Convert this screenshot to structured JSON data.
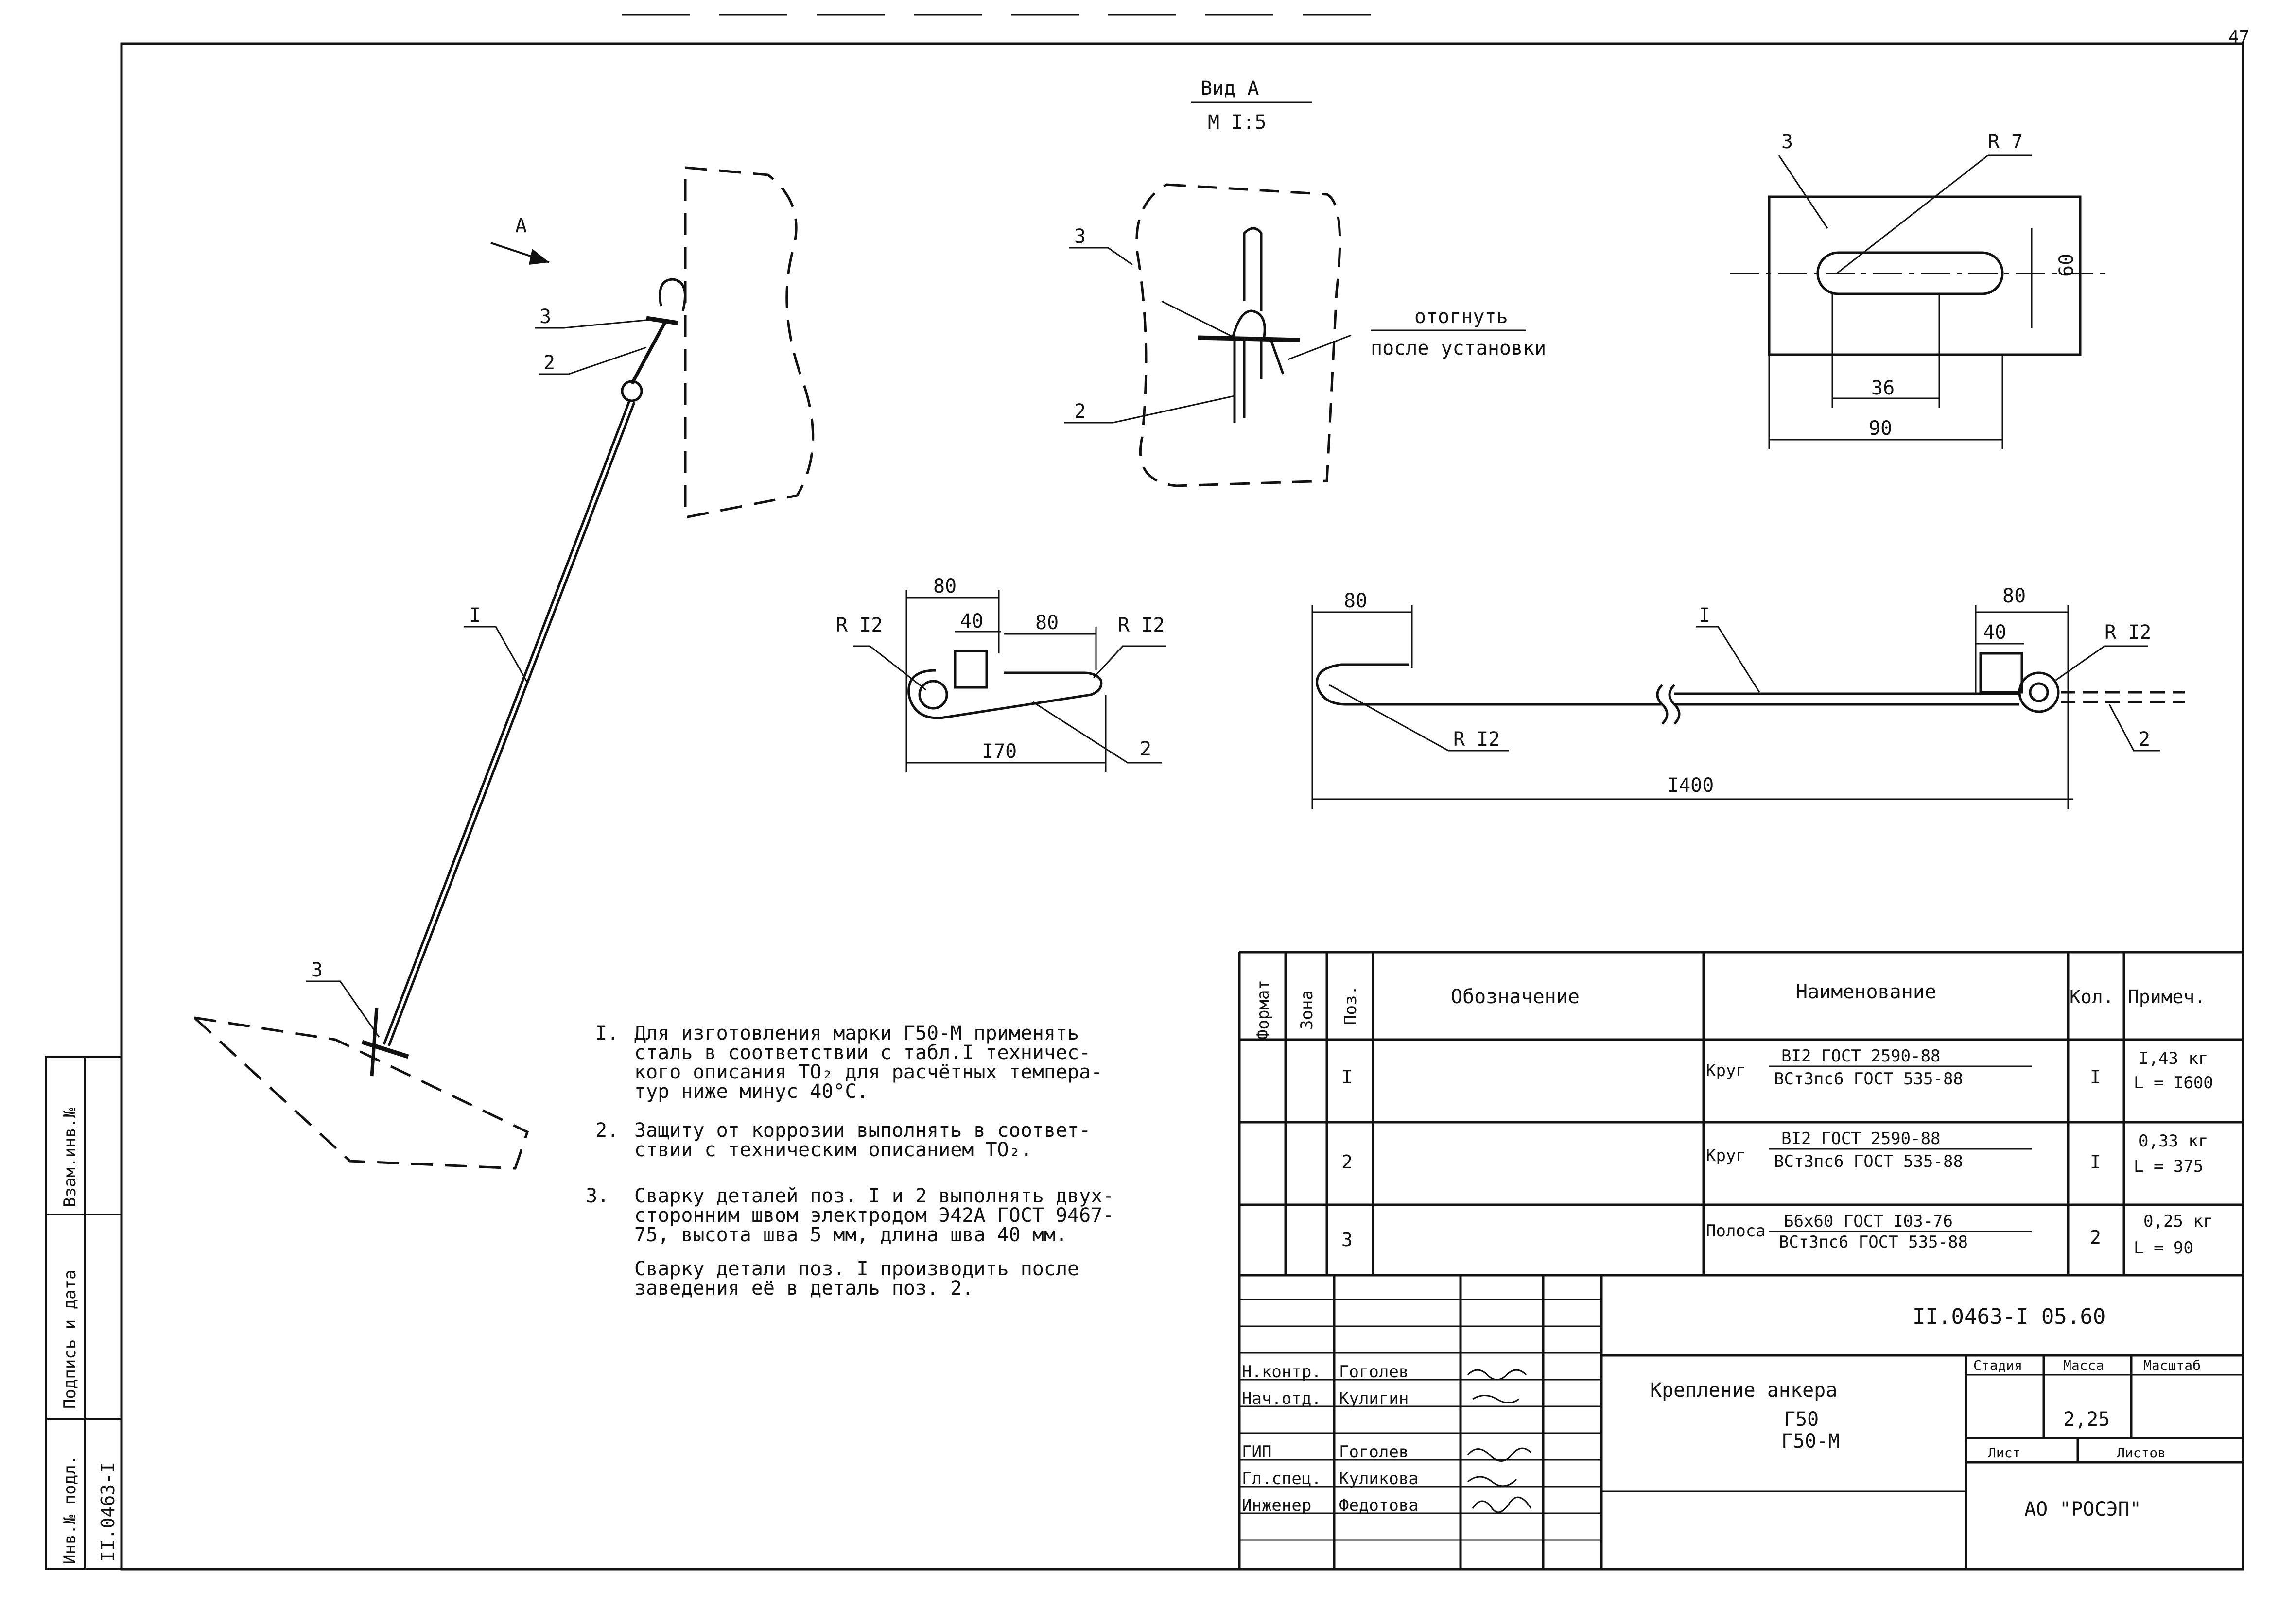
{
  "page": {
    "number": "47"
  },
  "view_a": {
    "title": "Вид А",
    "scale": "М I:5",
    "note_line1": "отогнуть",
    "note_line2": "после установки"
  },
  "arrow_label": "А",
  "callouts": {
    "p1": "I",
    "p2": "2",
    "p3": "3"
  },
  "plate": {
    "radius": "R 7",
    "dim_slot": "36",
    "dim_width": "90",
    "dim_height": "60",
    "pos": "3"
  },
  "part2": {
    "dim_80a": "80",
    "dim_40": "40",
    "dim_80b": "80",
    "r_left": "R I2",
    "r_right": "R I2",
    "dim_170": "I70",
    "pos": "2"
  },
  "part1": {
    "dim_80_left": "80",
    "dim_80_right": "80",
    "dim_40": "40",
    "r_right": "R I2",
    "r_left": "R I2",
    "dim_1400": "I400",
    "pos": "I",
    "pos2": "2"
  },
  "notes": [
    {
      "num": "I.",
      "lines": [
        "Для изготовления марки Г50-М применять",
        "сталь в соответствии с табл.I техничес-",
        "кого описания ТО₂ для расчётных темпера-",
        "тур ниже минус 40°С."
      ]
    },
    {
      "num": "2.",
      "lines": [
        "Защиту от коррозии выполнять в соответ-",
        "ствии с техническим описанием ТО₂."
      ]
    },
    {
      "num": "3.",
      "lines": [
        "Сварку деталей поз. I и 2 выполнять двух-",
        "сторонним швом электродом Э42А ГОСТ 9467-",
        "75, высота шва 5 мм, длина шва 40 мм.",
        "Сварку детали поз. I производить после",
        "заведения её в деталь поз. 2."
      ]
    }
  ],
  "spec_table": {
    "headers": {
      "format": "Формат",
      "zone": "Зона",
      "pos": "Поз.",
      "designation": "Обозначение",
      "name": "Наименование",
      "qty": "Кол.",
      "note": "Примеч."
    },
    "rows": [
      {
        "pos": "I",
        "prefix": "Круг",
        "top": "ВI2 ГОСТ 2590-88",
        "bottom": "ВСт3пс6 ГОСТ 535-88",
        "qty": "I",
        "note1": "I,43 кг",
        "note2": "L = I600"
      },
      {
        "pos": "2",
        "prefix": "Круг",
        "top": "ВI2 ГОСТ 2590-88",
        "bottom": "ВСт3пс6 ГОСТ 535-88",
        "qty": "I",
        "note1": "0,33 кг",
        "note2": "L = 375"
      },
      {
        "pos": "3",
        "prefix": "Полоса",
        "top": "Б6х60 ГОСТ I03-76",
        "bottom": "ВСт3пс6 ГОСТ 535-88",
        "qty": "2",
        "note1": "0,25 кг",
        "note2": "L = 90"
      }
    ]
  },
  "title_block": {
    "doc_number": "II.0463-I 05.60",
    "title_line1": "Крепление анкера",
    "title_line2": "Г50",
    "title_line3": "Г50-М",
    "stage_header": "Стадия",
    "mass_header": "Масса",
    "scale_header": "Масштаб",
    "mass": "2,25",
    "sheet_header": "Лист",
    "sheets_header": "Листов",
    "org": "АО \"РОСЭП\"",
    "roles": [
      {
        "role": "Н.контр.",
        "name": "Гоголев"
      },
      {
        "role": "Нач.отд.",
        "name": "Кулигин"
      },
      {
        "role": "",
        "name": ""
      },
      {
        "role": "ГИП",
        "name": "Гоголев"
      },
      {
        "role": "Гл.спец.",
        "name": "Куликова"
      },
      {
        "role": "Инженер",
        "name": "Федотова"
      }
    ]
  },
  "side_stamp": {
    "inv_podl": "Инв.№ подл.",
    "podpis": "Подпись и дата",
    "vzam": "Взам.инв.№",
    "inv_value": "II.0463-I"
  }
}
